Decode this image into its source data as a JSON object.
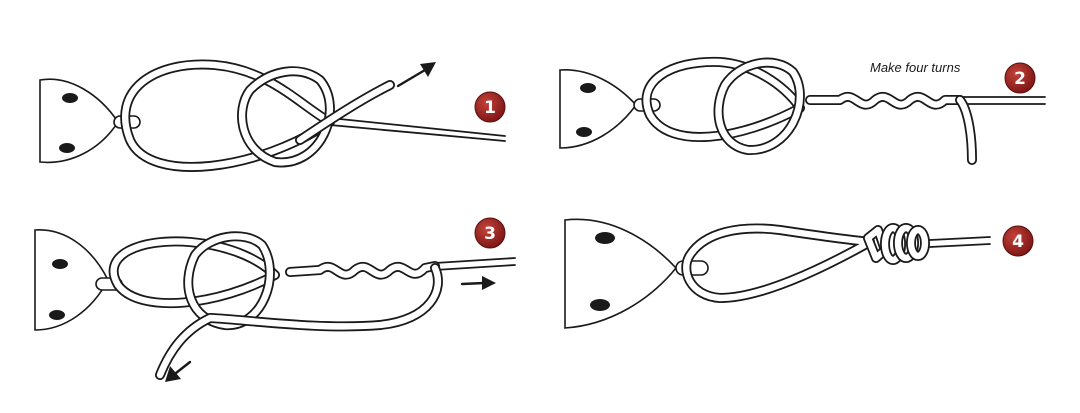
{
  "badge_color": "#8b1a1a",
  "steps": [
    {
      "number": "1"
    },
    {
      "number": "2",
      "caption": "Make four turns"
    },
    {
      "number": "3"
    },
    {
      "number": "4"
    }
  ]
}
